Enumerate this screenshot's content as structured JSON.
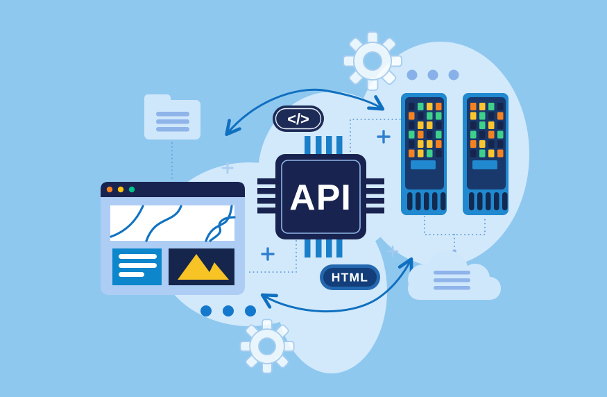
{
  "title": "API integration concept illustration",
  "badges": {
    "code": "</>",
    "api": "API",
    "html": "HTML"
  },
  "palette": {
    "background": "#8fc8ef",
    "blob": "#d2e9fb",
    "navy": "#192350",
    "pin_blue": "#1b7fc8",
    "server_frame": "#2089cf",
    "server_panel": "#19386b",
    "browser_body": "#aecdf4",
    "browser_card_blue": "#0d86cc",
    "light_icon_fill": "#cfe7fb",
    "periwinkle_lines": "#8fb4ea",
    "arrow_blue": "#1070c0",
    "dotted_blue": "#66a0da",
    "traffic_orange": "#f5821f",
    "traffic_yellow": "#ffc20e",
    "traffic_green": "#00c389",
    "mountain_yellow": "#f7c325",
    "dots_dark_blue": "#1478cc"
  },
  "servers": {
    "led_colors": {
      "n": "#16254c",
      "g": "#3fd08a",
      "y": "#fdc52d",
      "o": "#f58220"
    },
    "rack1_leds": [
      [
        "n",
        "g",
        "y",
        "o"
      ],
      [
        "o",
        "n",
        "g",
        "g"
      ],
      [
        "n",
        "y",
        "y",
        "n"
      ],
      [
        "g",
        "o",
        "n",
        "g"
      ],
      [
        "n",
        "y",
        "y",
        "o"
      ],
      [
        "o",
        "y",
        "g",
        "n"
      ]
    ],
    "rack2_leds": [
      [
        "o",
        "y",
        "g",
        "n"
      ],
      [
        "y",
        "g",
        "n",
        "o"
      ],
      [
        "n",
        "g",
        "y",
        "n"
      ],
      [
        "g",
        "n",
        "o",
        "g"
      ],
      [
        "o",
        "y",
        "n",
        "n"
      ],
      [
        "n",
        "g",
        "y",
        "o"
      ]
    ]
  }
}
